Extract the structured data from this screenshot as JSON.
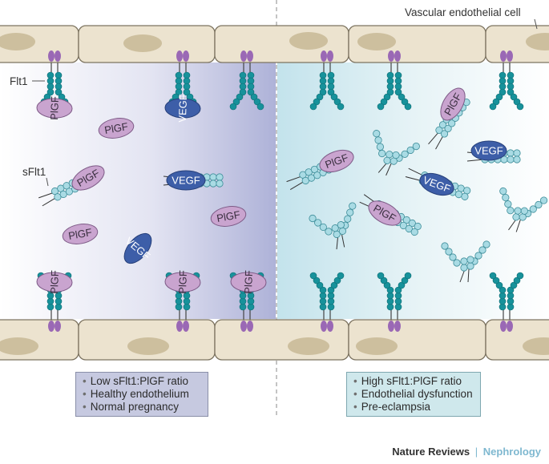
{
  "labels": {
    "cell": "Vascular endothelial cell",
    "flt1": "Flt1",
    "sflt1": "sFlt1",
    "plgf": "PlGF",
    "vegf": "VEGF"
  },
  "legend_left": [
    "Low sFlt1:PlGF ratio",
    "Healthy endothelium",
    "Normal pregnancy"
  ],
  "legend_right": [
    "High sFlt1:PlGF ratio",
    "Endothelial dysfunction",
    "Pre-eclampsia"
  ],
  "credit": {
    "journal": "Nature Reviews",
    "separator": "|",
    "section": "Nephrology"
  },
  "colors": {
    "cell_fill": "#ece3cf",
    "nucleus": "#cdbf9e",
    "receptor": "#17929b",
    "kinase": "#9a68b5",
    "plgf": "#c9a4cf",
    "vegf": "#3d5ea8",
    "soluble_receptor": "#a9dbe4",
    "left_lumen": "#b7b9de",
    "right_lumen": "#c8e6ee"
  }
}
